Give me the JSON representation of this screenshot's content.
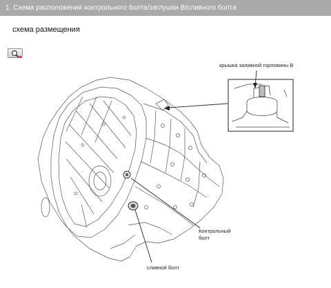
{
  "header": {
    "title": "1. Схема расположения контрольного болта/заглушки В/сливного болта"
  },
  "section": {
    "title": "схема размещения"
  },
  "toolbar": {
    "zoom_icon": "magnifier-icon"
  },
  "diagram": {
    "callouts": {
      "filler_cap": "крышка заливной горловины В",
      "check_bolt": "Контрольный болт",
      "drain_bolt": "сливной болт"
    }
  }
}
